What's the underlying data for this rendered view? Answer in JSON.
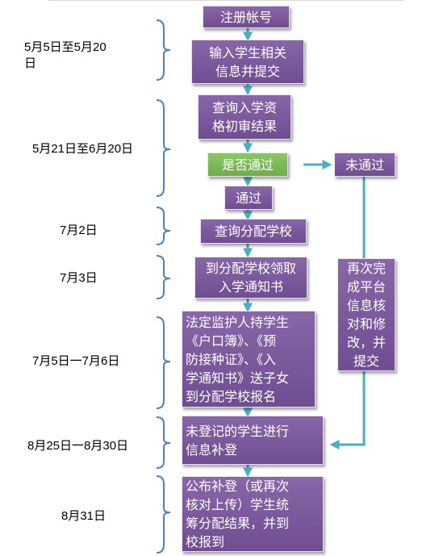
{
  "colors": {
    "box_purple": "#7b59a0",
    "box_green": "#7bbb55",
    "arrow_teal": "#4bacc6",
    "bracket_blue": "#4f81bd"
  },
  "dates": {
    "d1": "5月5日至5月20\n日",
    "d2": "5月21日至6月20日",
    "d3": "7月2日",
    "d4": "7月3日",
    "d5": "7月5日一7月6日",
    "d6": "8月25日一8月30日",
    "d7": "8月31日"
  },
  "steps": {
    "register": "注册帐号",
    "input_info": "输入学生相关\n信息并提交",
    "query_result": "查询入学资\n格初审结果",
    "pass_check": "是否通过",
    "not_passed": "未通过",
    "passed": "通过",
    "query_school": "查询分配学校",
    "get_notice": "到分配学校领取\n入学通知书",
    "guardian_register": "法定监护人持学生\n《户口簿》、《预\n防接种证》、《入\n学通知书》送子女\n到分配学校报名",
    "resubmit": "再次完\n成平台\n信息核\n对和修\n改，并\n提交",
    "supplement": "未登记的学生进行\n信息补登",
    "publish": "公布补登（或再次\n核对上传）学生统\n筹分配结果，并到\n校报到"
  }
}
